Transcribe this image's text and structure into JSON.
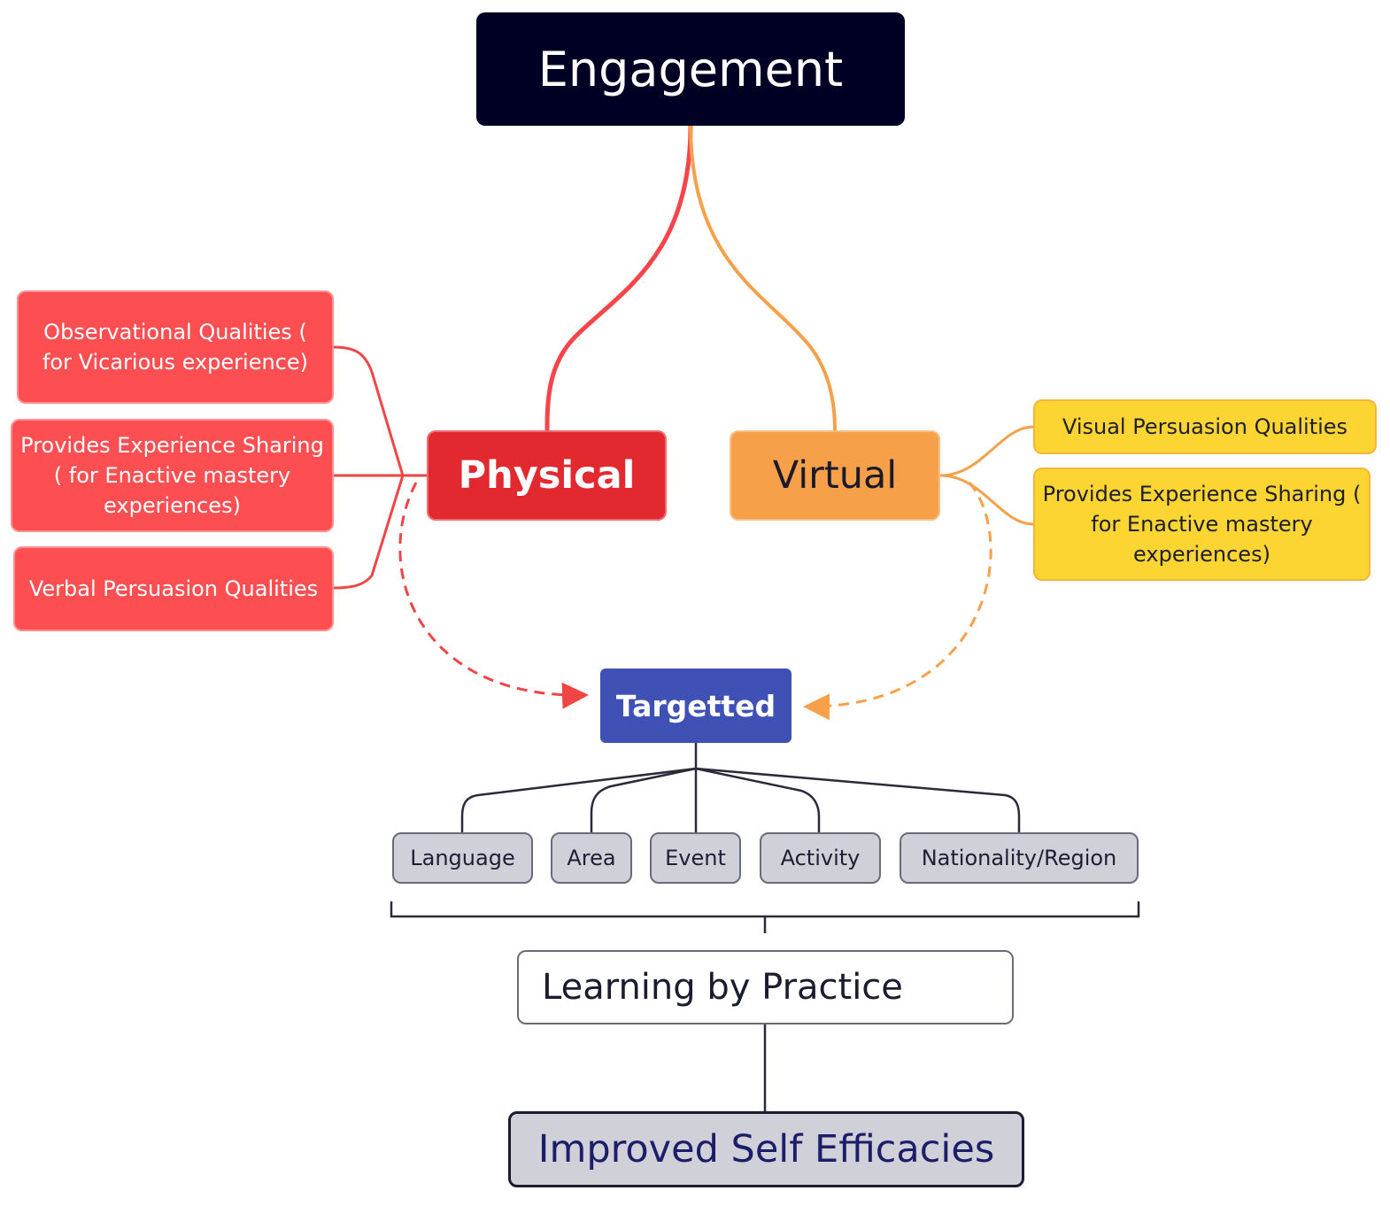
{
  "root": {
    "label": "Engagement"
  },
  "branches": [
    {
      "label": "Physical",
      "color": "#e2292f",
      "children": [
        {
          "label": "Observational Qualities ( for Vicarious experience)"
        },
        {
          "label": "Provides Experience Sharing ( for Enactive mastery experiences)"
        },
        {
          "label": "Verbal Persuasion Qualities"
        }
      ]
    },
    {
      "label": "Virtual",
      "color": "#f6a04a",
      "children": [
        {
          "label": "Visual Persuasion Qualities"
        },
        {
          "label": "Provides Experience Sharing ( for Enactive mastery experiences)"
        }
      ]
    }
  ],
  "target": {
    "label": "Targetted"
  },
  "categories": [
    {
      "label": "Language"
    },
    {
      "label": "Area"
    },
    {
      "label": "Event"
    },
    {
      "label": "Activity"
    },
    {
      "label": "Nationality/Region"
    }
  ],
  "practice": {
    "label": "Learning by Practice"
  },
  "outcome": {
    "label": "Improved Self Efficacies"
  },
  "colors": {
    "root": "#000025",
    "physical": "#e2292f",
    "physical_leaf": "#fd4f51",
    "virtual": "#f6a04a",
    "virtual_leaf": "#fcd532",
    "target": "#3f51b5",
    "category": "#d0d0d8",
    "connector": "#2a2a3a"
  }
}
